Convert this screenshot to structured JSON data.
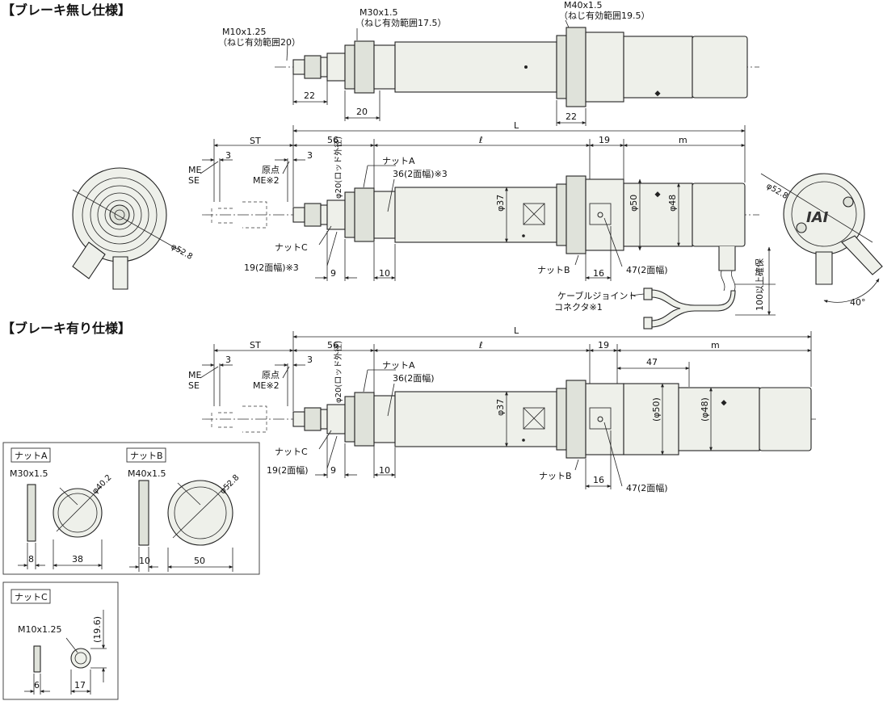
{
  "titles": {
    "no_brake": "【ブレーキ無し仕様】",
    "with_brake": "【ブレーキ有り仕様】"
  },
  "top_view": {
    "m10": "M10x1.25",
    "m10_eff": "（ねじ有効範囲20）",
    "m30": "M30x1.5",
    "m30_eff": "（ねじ有効範囲17.5）",
    "m40": "M40x1.5",
    "m40_eff": "（ねじ有効範囲19.5）",
    "d22a": "22",
    "d20": "20",
    "d22b": "22"
  },
  "mid_view": {
    "st": "ST",
    "d56": "56",
    "ell": "ℓ",
    "L": "L",
    "d19": "19",
    "m": "m",
    "d3a": "3",
    "d3b": "3",
    "me_se": [
      "ME",
      "SE"
    ],
    "origin": "原点",
    "me2": "ME※2",
    "rod_dia": "φ20(ロッド外径)",
    "nut_a": "ナットA",
    "w36": "36(2面幅)※3",
    "d37": "φ37",
    "d50": "φ50",
    "d48": "φ48",
    "nut_c": "ナットC",
    "w19": "19(2面幅)※3",
    "d9": "9",
    "d10": "10",
    "nut_b": "ナットB",
    "d16": "16",
    "w47": "47(2面幅)",
    "cable_joint": "ケーブルジョイント",
    "connector": "コネクタ※1",
    "d100": "100以上確保",
    "d528": "φ52.8",
    "ang": "40°",
    "logo": "IAI"
  },
  "low_view": {
    "st": "ST",
    "d56": "56",
    "ell": "ℓ",
    "L": "L",
    "d19": "19",
    "d47": "47",
    "m": "m",
    "d3a": "3",
    "d3b": "3",
    "me_se": [
      "ME",
      "SE"
    ],
    "origin": "原点",
    "me2": "ME※2",
    "rod_dia": "φ20(ロッド外径)",
    "nut_a": "ナットA",
    "w36": "36(2面幅)",
    "d37": "φ37",
    "d50p": "(φ50)",
    "d48p": "(φ48)",
    "nut_c": "ナットC",
    "w19": "19(2面幅)",
    "d9": "9",
    "d10": "10",
    "nut_b": "ナットB",
    "d16": "16",
    "w47": "47(2面幅)"
  },
  "nut_a": {
    "title": "ナットA",
    "thread": "M30x1.5",
    "dia": "φ40.2",
    "t": "8",
    "w": "38"
  },
  "nut_b": {
    "title": "ナットB",
    "thread": "M40x1.5",
    "dia": "φ52.8",
    "t": "10",
    "w": "50"
  },
  "nut_c": {
    "title": "ナットC",
    "thread": "M10x1.25",
    "h": "(19.6)",
    "t": "6",
    "w": "17"
  },
  "end_view_left": {
    "dia": "φ52.8"
  }
}
